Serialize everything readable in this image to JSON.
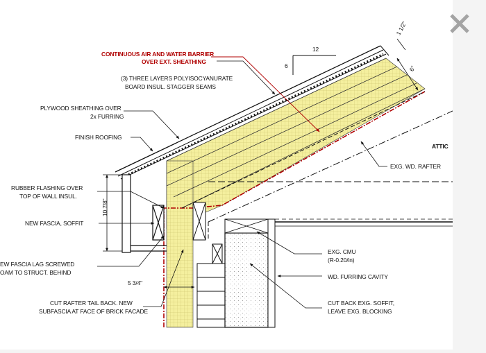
{
  "labels": {
    "air_barrier_1": "CONTINUOUS AIR AND WATER BARRIER",
    "air_barrier_2": "OVER EXT. SHEATHING",
    "insul_1": "(3) THREE LAYERS POLYISOCYANURATE",
    "insul_2": "BOARD INSUL. STAGGER SEAMS",
    "sheathing_1": "PLYWOOD SHEATHING OVER",
    "sheathing_2": "2x FURRING",
    "finish_roofing": "FINISH ROOFING",
    "attic": "ATTIC",
    "rafter": "EXG. WD. RAFTER",
    "flashing_1": "RUBBER FLASHING OVER",
    "flashing_2": "TOP OF WALL INSUL.",
    "fascia": "NEW FASCIA, SOFFIT",
    "lag_1": "EW FASCIA LAG SCREWED",
    "lag_2": "OAM TO STRUCT. BEHIND",
    "cmu_1": "EXG. CMU",
    "cmu_2": "(R-0.20/in)",
    "furring_cavity": "WD. FURRING CAVITY",
    "cut_rafter_1": "CUT RAFTER TAIL BACK. NEW",
    "cut_rafter_2": "SUBFASCIA AT FACE OF BRICK FACADE",
    "cut_soffit_1": "CUT BACK EXG. SOFFIT,",
    "cut_soffit_2": "LEAVE EXG. BLOCKING"
  },
  "dimensions": {
    "slope_run": "12",
    "slope_rise": "6",
    "overhang_thick": "1 1/2\"",
    "insul_depth": "6\"",
    "fascia_height": "10 7/8\"",
    "brick_width": "5 3/4\""
  },
  "colors": {
    "insulation": "#f4ef9e",
    "barrier": "#b00000",
    "line": "#111111"
  },
  "icons": {
    "close": "close-icon"
  }
}
